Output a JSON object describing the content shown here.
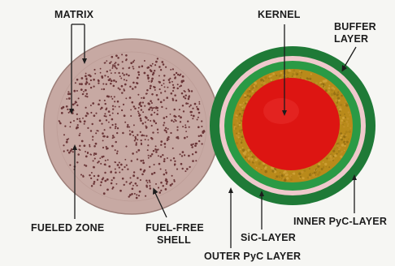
{
  "labels": {
    "matrix": "MATRIX",
    "fueled_zone": "FUELED ZONE",
    "fuel_free_shell_1": "FUEL-FREE",
    "fuel_free_shell_2": "SHELL",
    "kernel": "KERNEL",
    "buffer_layer_1": "BUFFER",
    "buffer_layer_2": "LAYER",
    "inner_pyc_layer": "INNER PyC-LAYER",
    "sic_layer": "SiC-LAYER",
    "outer_pyc_layer": "OUTER PyC LAYER"
  },
  "colors": {
    "background": "#f6f6f3",
    "pebble": "#c7a9a3",
    "pebble_edge": "#9c7e78",
    "fuel_particle": "#6b3638",
    "outer_pyc": "#1f7a37",
    "sic": "#efc9cc",
    "inner_pyc": "#2a9a45",
    "buffer": "#b98a1a",
    "kernel": "#dd1512",
    "label_text": "#1c1c1c",
    "leader_line": "#1c1c1c"
  }
}
